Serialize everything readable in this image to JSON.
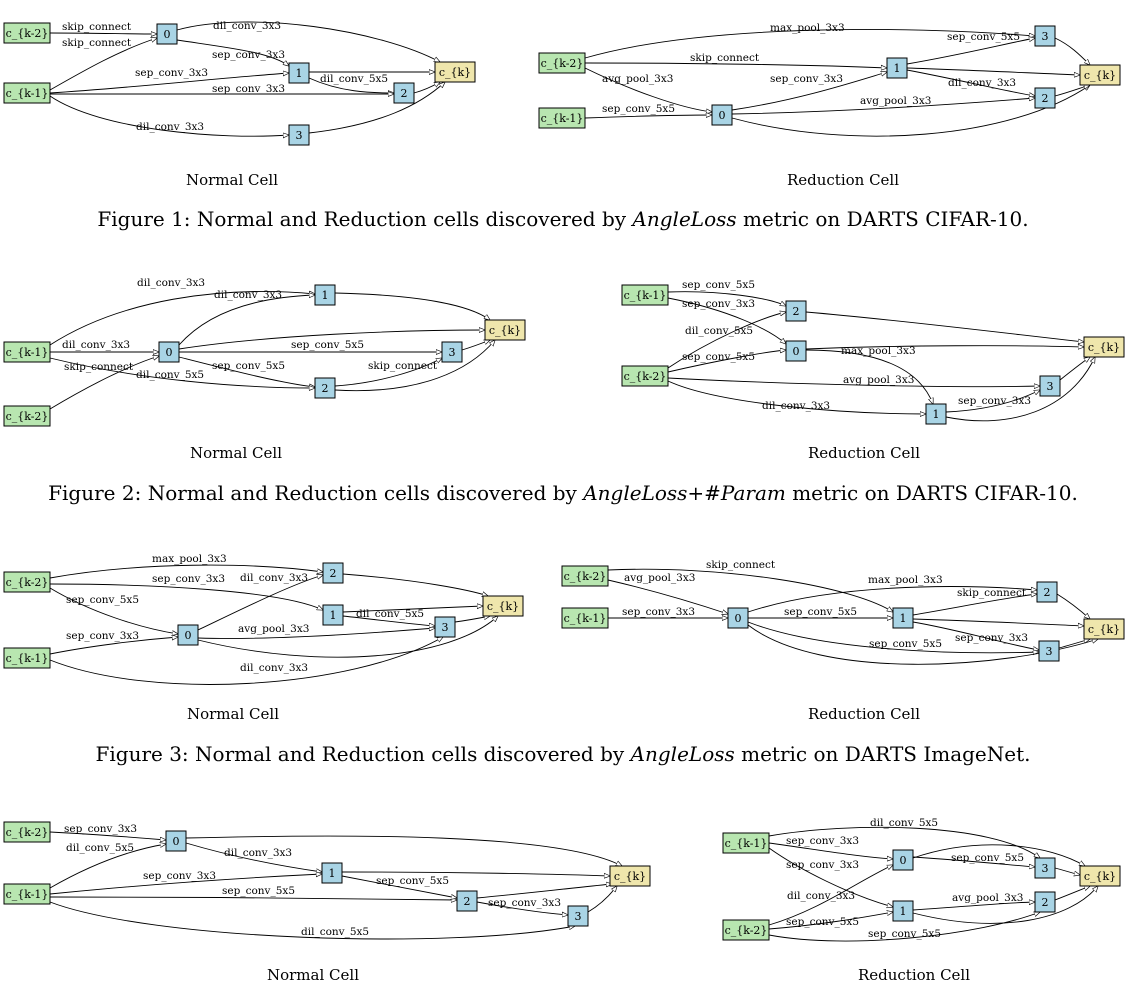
{
  "colors": {
    "input_node": "#b8e6b0",
    "intermediate_node": "#a9d4e5",
    "output_node": "#efe6ac",
    "stroke": "#000000"
  },
  "figures": [
    {
      "caption_prefix": "Figure 1: Normal and Reduction cells discovered by ",
      "caption_metric": "AngleLoss",
      "caption_suffix": " metric on DARTS CIFAR-10.",
      "cells": [
        {
          "title": "Normal Cell",
          "nodes": [
            {
              "id": "k2",
              "label": "c_{k-2}",
              "kind": "input"
            },
            {
              "id": "k1",
              "label": "c_{k-1}",
              "kind": "input"
            },
            {
              "id": "n0",
              "label": "0",
              "kind": "intermediate"
            },
            {
              "id": "n1",
              "label": "1",
              "kind": "intermediate"
            },
            {
              "id": "n2",
              "label": "2",
              "kind": "intermediate"
            },
            {
              "id": "n3",
              "label": "3",
              "kind": "intermediate"
            },
            {
              "id": "out",
              "label": "c_{k}",
              "kind": "output"
            }
          ],
          "edges": [
            {
              "from": "k2",
              "to": "n0",
              "op": "skip_connect"
            },
            {
              "from": "k1",
              "to": "n0",
              "op": "skip_connect"
            },
            {
              "from": "n0",
              "to": "out",
              "op": "dil_conv_3x3"
            },
            {
              "from": "n0",
              "to": "n1",
              "op": "sep_conv_3x3"
            },
            {
              "from": "k1",
              "to": "n1",
              "op": "sep_conv_3x3"
            },
            {
              "from": "n1",
              "to": "n2",
              "op": "dil_conv_5x5"
            },
            {
              "from": "k1",
              "to": "n2",
              "op": "sep_conv_3x3"
            },
            {
              "from": "k1",
              "to": "n3",
              "op": "dil_conv_3x3"
            },
            {
              "from": "n1",
              "to": "out",
              "op": ""
            },
            {
              "from": "n2",
              "to": "out",
              "op": ""
            },
            {
              "from": "n3",
              "to": "out",
              "op": ""
            }
          ]
        },
        {
          "title": "Reduction Cell",
          "nodes": [
            {
              "id": "k2",
              "label": "c_{k-2}",
              "kind": "input"
            },
            {
              "id": "k1",
              "label": "c_{k-1}",
              "kind": "input"
            },
            {
              "id": "n0",
              "label": "0",
              "kind": "intermediate"
            },
            {
              "id": "n1",
              "label": "1",
              "kind": "intermediate"
            },
            {
              "id": "n2",
              "label": "2",
              "kind": "intermediate"
            },
            {
              "id": "n3",
              "label": "3",
              "kind": "intermediate"
            },
            {
              "id": "out",
              "label": "c_{k}",
              "kind": "output"
            }
          ],
          "edges": [
            {
              "from": "k2",
              "to": "n3",
              "op": "max_pool_3x3"
            },
            {
              "from": "k2",
              "to": "n1",
              "op": "skip_connect"
            },
            {
              "from": "k2",
              "to": "n0",
              "op": "avg_pool_3x3"
            },
            {
              "from": "k1",
              "to": "n0",
              "op": "sep_conv_5x5"
            },
            {
              "from": "n0",
              "to": "n1",
              "op": "sep_conv_3x3"
            },
            {
              "from": "n1",
              "to": "n3",
              "op": "sep_conv_5x5"
            },
            {
              "from": "n1",
              "to": "n2",
              "op": "dil_conv_3x3"
            },
            {
              "from": "n0",
              "to": "n2",
              "op": "avg_pool_3x3"
            },
            {
              "from": "n0",
              "to": "out",
              "op": ""
            },
            {
              "from": "n1",
              "to": "out",
              "op": ""
            },
            {
              "from": "n2",
              "to": "out",
              "op": ""
            },
            {
              "from": "n3",
              "to": "out",
              "op": ""
            }
          ]
        }
      ]
    },
    {
      "caption_prefix": "Figure 2: Normal and Reduction cells discovered by ",
      "caption_metric": "AngleLoss+#Param",
      "caption_suffix": " metric on DARTS CIFAR-10.",
      "cells": [
        {
          "title": "Normal Cell",
          "nodes": [
            {
              "id": "k1",
              "label": "c_{k-1}",
              "kind": "input"
            },
            {
              "id": "k2",
              "label": "c_{k-2}",
              "kind": "input"
            },
            {
              "id": "n0",
              "label": "0",
              "kind": "intermediate"
            },
            {
              "id": "n1",
              "label": "1",
              "kind": "intermediate"
            },
            {
              "id": "n2",
              "label": "2",
              "kind": "intermediate"
            },
            {
              "id": "n3",
              "label": "3",
              "kind": "intermediate"
            },
            {
              "id": "out",
              "label": "c_{k}",
              "kind": "output"
            }
          ],
          "edges": [
            {
              "from": "k1",
              "to": "n1",
              "op": "dil_conv_3x3"
            },
            {
              "from": "n0",
              "to": "n1",
              "op": "dil_conv_3x3"
            },
            {
              "from": "k1",
              "to": "n0",
              "op": "dil_conv_3x3"
            },
            {
              "from": "k2",
              "to": "n0",
              "op": "skip_connect"
            },
            {
              "from": "n0",
              "to": "n3",
              "op": "sep_conv_5x5"
            },
            {
              "from": "n0",
              "to": "n2",
              "op": "sep_conv_5x5"
            },
            {
              "from": "k1",
              "to": "n2",
              "op": "dil_conv_5x5"
            },
            {
              "from": "n2",
              "to": "n3",
              "op": "skip_connect"
            },
            {
              "from": "n0",
              "to": "out",
              "op": ""
            },
            {
              "from": "n1",
              "to": "out",
              "op": ""
            },
            {
              "from": "n2",
              "to": "out",
              "op": ""
            },
            {
              "from": "n3",
              "to": "out",
              "op": ""
            }
          ]
        },
        {
          "title": "Reduction Cell",
          "nodes": [
            {
              "id": "k1",
              "label": "c_{k-1}",
              "kind": "input"
            },
            {
              "id": "k2",
              "label": "c_{k-2}",
              "kind": "input"
            },
            {
              "id": "n0",
              "label": "0",
              "kind": "intermediate"
            },
            {
              "id": "n1",
              "label": "1",
              "kind": "intermediate"
            },
            {
              "id": "n2",
              "label": "2",
              "kind": "intermediate"
            },
            {
              "id": "n3",
              "label": "3",
              "kind": "intermediate"
            },
            {
              "id": "out",
              "label": "c_{k}",
              "kind": "output"
            }
          ],
          "edges": [
            {
              "from": "k1",
              "to": "n2",
              "op": "sep_conv_5x5"
            },
            {
              "from": "k1",
              "to": "n0",
              "op": "sep_conv_3x3"
            },
            {
              "from": "k2",
              "to": "n2",
              "op": "dil_conv_5x5"
            },
            {
              "from": "k2",
              "to": "n0",
              "op": "sep_conv_5x5"
            },
            {
              "from": "n0",
              "to": "n1",
              "op": "max_pool_3x3"
            },
            {
              "from": "k2",
              "to": "n3",
              "op": "avg_pool_3x3"
            },
            {
              "from": "k2",
              "to": "n1",
              "op": "dil_conv_3x3"
            },
            {
              "from": "n1",
              "to": "n3",
              "op": "sep_conv_3x3"
            },
            {
              "from": "n2",
              "to": "out",
              "op": ""
            },
            {
              "from": "n0",
              "to": "out",
              "op": ""
            },
            {
              "from": "n3",
              "to": "out",
              "op": ""
            },
            {
              "from": "n1",
              "to": "out",
              "op": ""
            }
          ]
        }
      ]
    },
    {
      "caption_prefix": "Figure 3: Normal and Reduction cells discovered by ",
      "caption_metric": "AngleLoss",
      "caption_suffix": " metric on DARTS ImageNet.",
      "cells": [
        {
          "title": "Normal Cell",
          "nodes": [
            {
              "id": "k2",
              "label": "c_{k-2}",
              "kind": "input"
            },
            {
              "id": "k1",
              "label": "c_{k-1}",
              "kind": "input"
            },
            {
              "id": "n0",
              "label": "0",
              "kind": "intermediate"
            },
            {
              "id": "n1",
              "label": "1",
              "kind": "intermediate"
            },
            {
              "id": "n2",
              "label": "2",
              "kind": "intermediate"
            },
            {
              "id": "n3",
              "label": "3",
              "kind": "intermediate"
            },
            {
              "id": "out",
              "label": "c_{k}",
              "kind": "output"
            }
          ],
          "edges": [
            {
              "from": "k2",
              "to": "n2",
              "op": "max_pool_3x3"
            },
            {
              "from": "k2",
              "to": "n1",
              "op": "sep_conv_3x3"
            },
            {
              "from": "k2",
              "to": "n0",
              "op": "sep_conv_5x5"
            },
            {
              "from": "k1",
              "to": "n0",
              "op": "sep_conv_3x3"
            },
            {
              "from": "n0",
              "to": "n2",
              "op": "dil_conv_3x3"
            },
            {
              "from": "n0",
              "to": "n3",
              "op": "avg_pool_3x3"
            },
            {
              "from": "n1",
              "to": "n3",
              "op": "dil_conv_5x5"
            },
            {
              "from": "k1",
              "to": "n3",
              "op": "dil_conv_3x3"
            },
            {
              "from": "n2",
              "to": "out",
              "op": ""
            },
            {
              "from": "n1",
              "to": "out",
              "op": ""
            },
            {
              "from": "n3",
              "to": "out",
              "op": ""
            },
            {
              "from": "n0",
              "to": "out",
              "op": ""
            }
          ]
        },
        {
          "title": "Reduction Cell",
          "nodes": [
            {
              "id": "k2",
              "label": "c_{k-2}",
              "kind": "input"
            },
            {
              "id": "k1",
              "label": "c_{k-1}",
              "kind": "input"
            },
            {
              "id": "n0",
              "label": "0",
              "kind": "intermediate"
            },
            {
              "id": "n1",
              "label": "1",
              "kind": "intermediate"
            },
            {
              "id": "n2",
              "label": "2",
              "kind": "intermediate"
            },
            {
              "id": "n3",
              "label": "3",
              "kind": "intermediate"
            },
            {
              "id": "out",
              "label": "c_{k}",
              "kind": "output"
            }
          ],
          "edges": [
            {
              "from": "k2",
              "to": "n1",
              "op": "skip_connect"
            },
            {
              "from": "k2",
              "to": "n0",
              "op": "avg_pool_3x3"
            },
            {
              "from": "k1",
              "to": "n0",
              "op": "sep_conv_3x3"
            },
            {
              "from": "n0",
              "to": "n2",
              "op": "max_pool_3x3"
            },
            {
              "from": "n0",
              "to": "n1",
              "op": "sep_conv_5x5"
            },
            {
              "from": "n1",
              "to": "n2",
              "op": "skip_connect"
            },
            {
              "from": "n1",
              "to": "n3",
              "op": "sep_conv_3x3"
            },
            {
              "from": "n0",
              "to": "n3",
              "op": "sep_conv_5x5"
            },
            {
              "from": "n2",
              "to": "out",
              "op": ""
            },
            {
              "from": "n1",
              "to": "out",
              "op": ""
            },
            {
              "from": "n3",
              "to": "out",
              "op": ""
            },
            {
              "from": "n0",
              "to": "out",
              "op": ""
            }
          ]
        }
      ]
    },
    {
      "caption_prefix": "",
      "caption_metric": "",
      "caption_suffix": "",
      "cells": [
        {
          "title": "Normal Cell",
          "nodes": [
            {
              "id": "k2",
              "label": "c_{k-2}",
              "kind": "input"
            },
            {
              "id": "k1",
              "label": "c_{k-1}",
              "kind": "input"
            },
            {
              "id": "n0",
              "label": "0",
              "kind": "intermediate"
            },
            {
              "id": "n1",
              "label": "1",
              "kind": "intermediate"
            },
            {
              "id": "n2",
              "label": "2",
              "kind": "intermediate"
            },
            {
              "id": "n3",
              "label": "3",
              "kind": "intermediate"
            },
            {
              "id": "out",
              "label": "c_{k}",
              "kind": "output"
            }
          ],
          "edges": [
            {
              "from": "k2",
              "to": "n0",
              "op": "sep_conv_3x3"
            },
            {
              "from": "k1",
              "to": "n0",
              "op": "dil_conv_5x5"
            },
            {
              "from": "n0",
              "to": "n1",
              "op": "dil_conv_3x3"
            },
            {
              "from": "k1",
              "to": "n1",
              "op": "sep_conv_3x3"
            },
            {
              "from": "k1",
              "to": "n2",
              "op": "sep_conv_5x5"
            },
            {
              "from": "n1",
              "to": "n2",
              "op": "sep_conv_5x5"
            },
            {
              "from": "n2",
              "to": "n3",
              "op": "sep_conv_3x3"
            },
            {
              "from": "k1",
              "to": "n3",
              "op": "dil_conv_5x5"
            },
            {
              "from": "n0",
              "to": "out",
              "op": ""
            },
            {
              "from": "n1",
              "to": "out",
              "op": ""
            },
            {
              "from": "n2",
              "to": "out",
              "op": ""
            },
            {
              "from": "n3",
              "to": "out",
              "op": ""
            }
          ]
        },
        {
          "title": "Reduction Cell",
          "nodes": [
            {
              "id": "k1",
              "label": "c_{k-1}",
              "kind": "input"
            },
            {
              "id": "k2",
              "label": "c_{k-2}",
              "kind": "input"
            },
            {
              "id": "n0",
              "label": "0",
              "kind": "intermediate"
            },
            {
              "id": "n1",
              "label": "1",
              "kind": "intermediate"
            },
            {
              "id": "n2",
              "label": "2",
              "kind": "intermediate"
            },
            {
              "id": "n3",
              "label": "3",
              "kind": "intermediate"
            },
            {
              "id": "out",
              "label": "c_{k}",
              "kind": "output"
            }
          ],
          "edges": [
            {
              "from": "k1",
              "to": "n3",
              "op": "dil_conv_5x5"
            },
            {
              "from": "k1",
              "to": "n0",
              "op": "sep_conv_3x3"
            },
            {
              "from": "k1",
              "to": "n1",
              "op": "sep_conv_3x3"
            },
            {
              "from": "n0",
              "to": "n3",
              "op": "sep_conv_5x5"
            },
            {
              "from": "k2",
              "to": "n0",
              "op": "dil_conv_3x3"
            },
            {
              "from": "k2",
              "to": "n1",
              "op": "sep_conv_5x5"
            },
            {
              "from": "n1",
              "to": "n2",
              "op": "avg_pool_3x3"
            },
            {
              "from": "k2",
              "to": "n2",
              "op": "sep_conv_5x5"
            },
            {
              "from": "n0",
              "to": "out",
              "op": ""
            },
            {
              "from": "n3",
              "to": "out",
              "op": ""
            },
            {
              "from": "n2",
              "to": "out",
              "op": ""
            },
            {
              "from": "n1",
              "to": "out",
              "op": ""
            }
          ]
        }
      ]
    }
  ]
}
